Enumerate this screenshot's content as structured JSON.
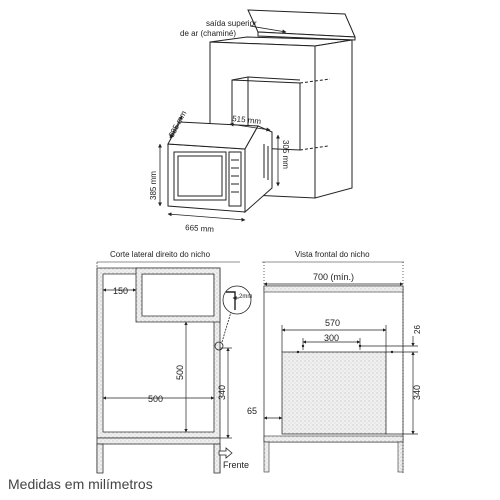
{
  "top": {
    "annotation_line1": "saída superior",
    "annotation_line2": "de ar (chaminé)",
    "dim_width_front": "665 mm",
    "dim_depth_side": "385 mm",
    "dim_height": "385 mm",
    "dim_depth": "515 mm",
    "dim_back_height": "305 mm"
  },
  "left_section": {
    "title": "Corte lateral direito do nicho",
    "dim_top_shelf": "150",
    "dim_vertical": "500",
    "dim_horizontal": "500",
    "dim_offset": "340",
    "dim_gap": "2mm",
    "front_label": "Frente"
  },
  "right_section": {
    "title": "Vista frontal do nicho",
    "dim_width": "700 (mín.)",
    "dim_opening_width": "570",
    "dim_fixing_width": "300",
    "dim_height": "340",
    "dim_small": "26",
    "dim_side": "65"
  },
  "caption": "Medidas em milímetros"
}
